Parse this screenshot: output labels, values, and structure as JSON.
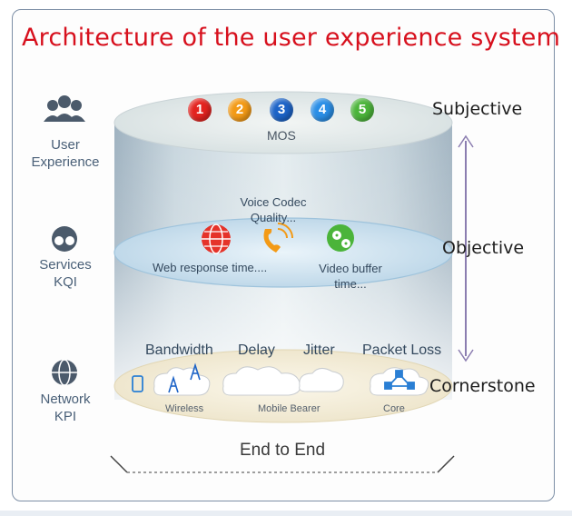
{
  "title": "Architecture of the user experience system",
  "layers": [
    {
      "label_1": "User",
      "label_2": "Experience",
      "icon": "users-icon"
    },
    {
      "label_1": "Services",
      "label_2": "KQI",
      "icon": "binoculars-icon"
    },
    {
      "label_1": "Network",
      "label_2": "KPI",
      "icon": "globe-network-icon"
    }
  ],
  "levels": {
    "top": "Subjective",
    "middle": "Objective",
    "bottom": "Cornerstone"
  },
  "mos": {
    "label": "MOS",
    "scores": [
      "1",
      "2",
      "3",
      "4",
      "5"
    ],
    "colors": [
      "#e3231f",
      "#f39a16",
      "#1c63c7",
      "#2a8ee6",
      "#4bb43a"
    ]
  },
  "services": {
    "voice_1": "Voice Codec",
    "voice_2": "Quality...",
    "web_1": "Web response time....",
    "video_1": "Video buffer",
    "video_2": "time..."
  },
  "kpis": [
    "Bandwidth",
    "Delay",
    "Jitter",
    "Packet Loss"
  ],
  "network_segments": [
    "Wireless",
    "Mobile Bearer",
    "Core"
  ],
  "end_to_end": "End to End",
  "colors": {
    "title": "#d7101d",
    "frame": "#7d8fa6",
    "side_text": "#4a6078"
  }
}
